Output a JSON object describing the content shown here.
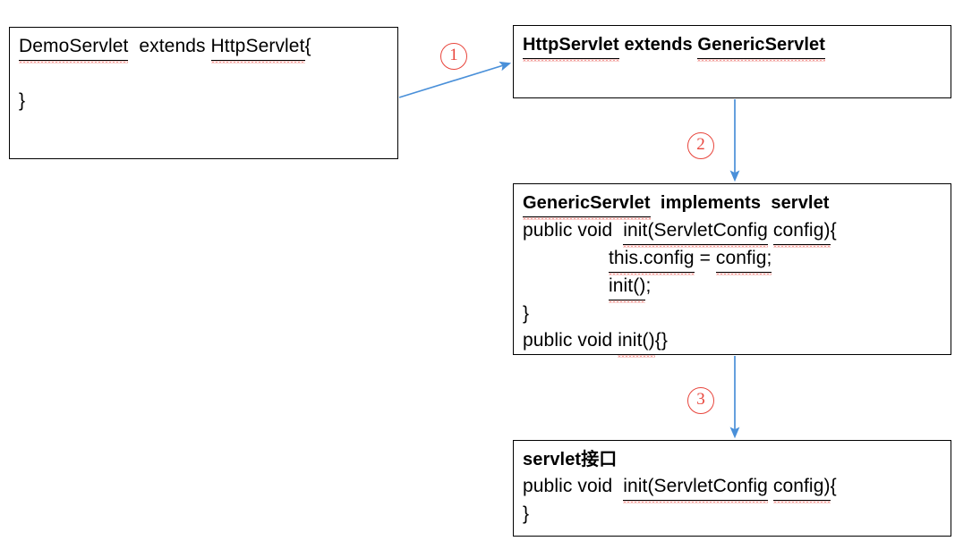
{
  "diagram": {
    "title": "Servlet inheritance / init() call chain",
    "colors": {
      "box_border": "#000000",
      "arrow": "#4a90d9",
      "marker": "#e8453c",
      "spellcheck_squiggle": "#e8453c",
      "background": "#ffffff",
      "text": "#000000"
    },
    "boxes": [
      {
        "id": "demo-servlet",
        "name": "demo-servlet-box",
        "lines": [
          {
            "text": "DemoServlet  extends HttpServlet{",
            "bold": false
          },
          {
            "text": "",
            "bold": false
          },
          {
            "text": "}",
            "bold": false
          }
        ]
      },
      {
        "id": "http-servlet",
        "name": "http-servlet-box",
        "lines": [
          {
            "text": "HttpServlet extends GenericServlet",
            "bold": true
          }
        ]
      },
      {
        "id": "generic-servlet",
        "name": "generic-servlet-box",
        "lines": [
          {
            "text": "GenericServlet  implements  servlet",
            "bold": true
          },
          {
            "text": "public void  init(ServletConfig config){",
            "bold": false
          },
          {
            "text": "this.config = config;",
            "bold": false,
            "indent": true
          },
          {
            "text": "init();",
            "bold": false,
            "indent": true
          },
          {
            "text": "}",
            "bold": false
          },
          {
            "text": "public void init(){}",
            "bold": false
          }
        ]
      },
      {
        "id": "servlet-interface",
        "name": "servlet-interface-box",
        "lines": [
          {
            "text": "servlet接口",
            "bold": true
          },
          {
            "text": "public void  init(ServletConfig config){",
            "bold": false
          },
          {
            "text": "}",
            "bold": false
          }
        ]
      }
    ],
    "steps": [
      {
        "label": "①",
        "number": "1",
        "name": "step-marker-1"
      },
      {
        "label": "②",
        "number": "2",
        "name": "step-marker-2"
      },
      {
        "label": "③",
        "number": "3",
        "name": "step-marker-3"
      }
    ],
    "arrows": [
      {
        "name": "arrow-demo-to-http",
        "from": "demo-servlet",
        "to": "http-servlet",
        "direction": "diagonal-up-right"
      },
      {
        "name": "arrow-http-to-generic",
        "from": "http-servlet",
        "to": "generic-servlet",
        "direction": "down"
      },
      {
        "name": "arrow-generic-to-servlet",
        "from": "generic-servlet",
        "to": "servlet-interface",
        "direction": "down"
      }
    ]
  }
}
